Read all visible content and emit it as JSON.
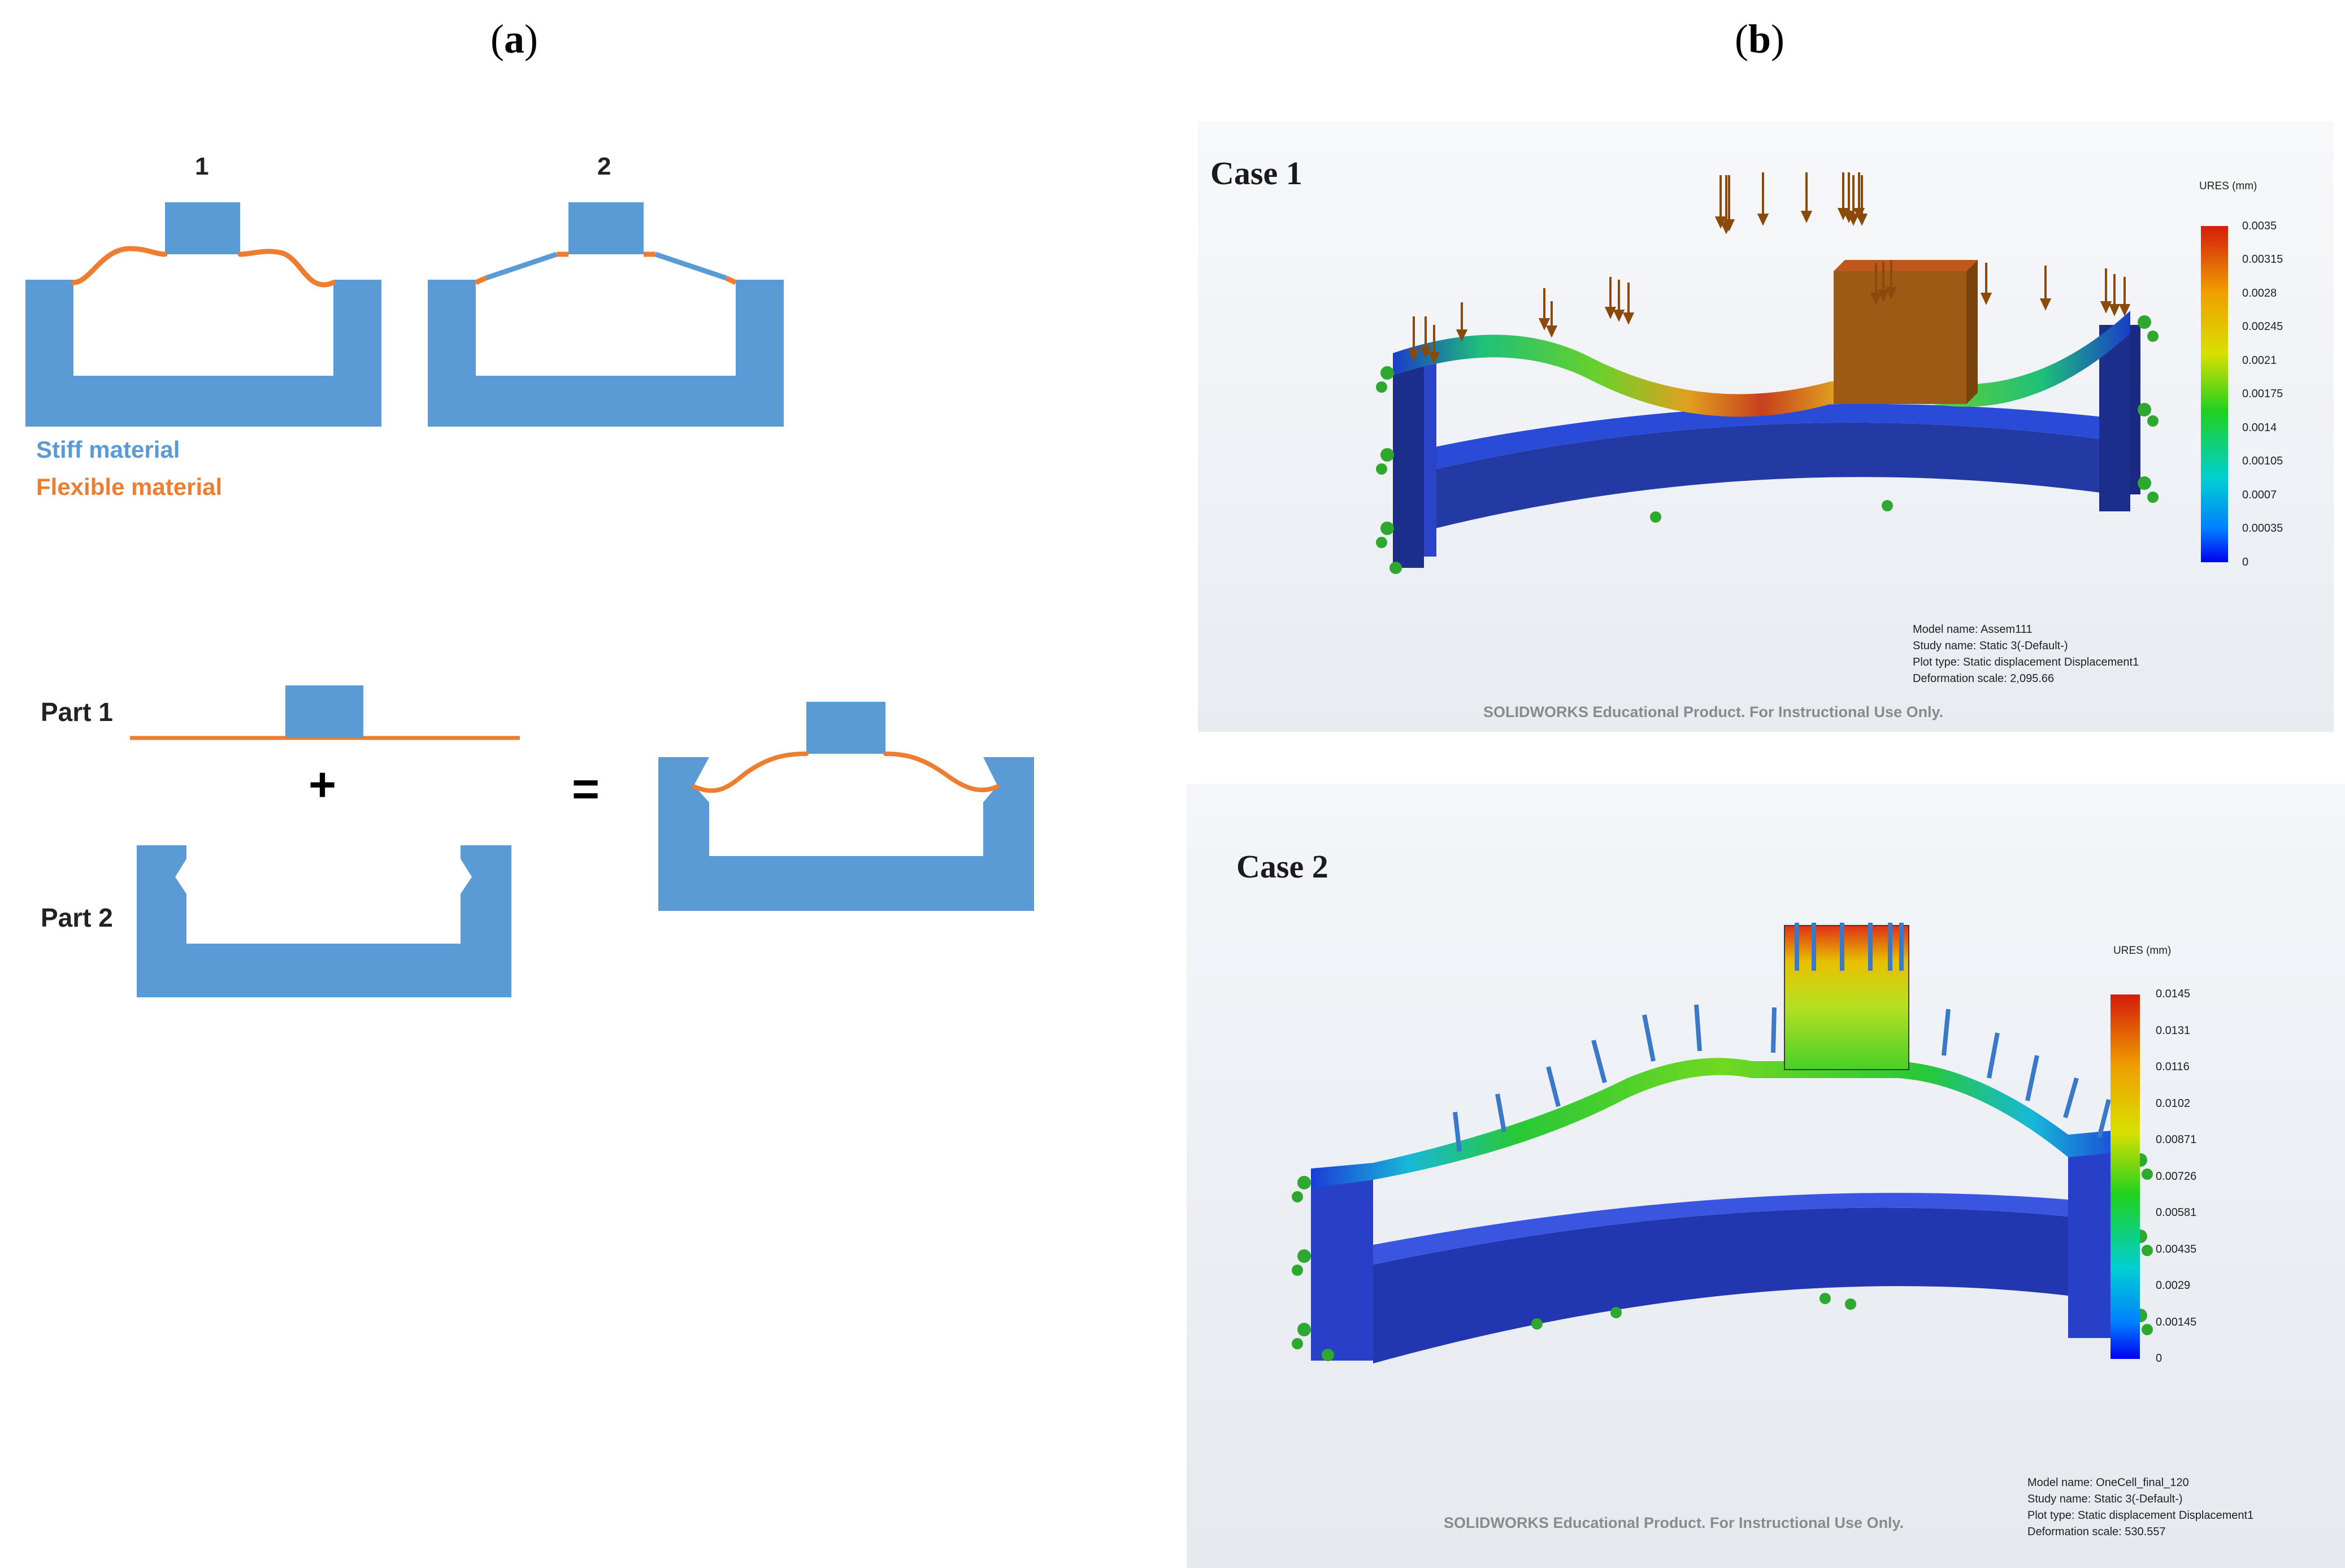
{
  "panels": {
    "a": "a",
    "b": "b"
  },
  "panel_a": {
    "variant_1": "1",
    "variant_2": "2",
    "legend": {
      "stiff": "Stiff material",
      "flexible": "Flexible material"
    },
    "part1": "Part 1",
    "part2": "Part 2",
    "plus": "+",
    "equals": "=",
    "colors": {
      "stiff": "#5b9bd5",
      "flexible": "#ed7d31"
    }
  },
  "case1": {
    "title": "Case 1",
    "legend_title": "URES (mm)",
    "ticks": [
      "0.0035",
      "0.00315",
      "0.0028",
      "0.00245",
      "0.0021",
      "0.00175",
      "0.0014",
      "0.00105",
      "0.0007",
      "0.00035",
      "0"
    ],
    "meta": {
      "model": "Model name: Assem111",
      "study": "Study name: Static 3(-Default-)",
      "plot": "Plot type: Static displacement Displacement1",
      "scale": "Deformation scale: 2,095.66"
    },
    "watermark": "SOLIDWORKS Educational Product. For Instructional Use Only."
  },
  "case2": {
    "title": "Case 2",
    "legend_title": "URES (mm)",
    "ticks": [
      "0.0145",
      "0.0131",
      "0.0116",
      "0.0102",
      "0.00871",
      "0.00726",
      "0.00581",
      "0.00435",
      "0.0029",
      "0.00145",
      "0"
    ],
    "meta": {
      "model": "Model name: OneCell_final_120",
      "study": "Study name: Static 3(-Default-)",
      "plot": "Plot type: Static displacement Displacement1",
      "scale": "Deformation scale: 530.557"
    },
    "watermark": "SOLIDWORKS Educational Product. For Instructional Use Only."
  }
}
